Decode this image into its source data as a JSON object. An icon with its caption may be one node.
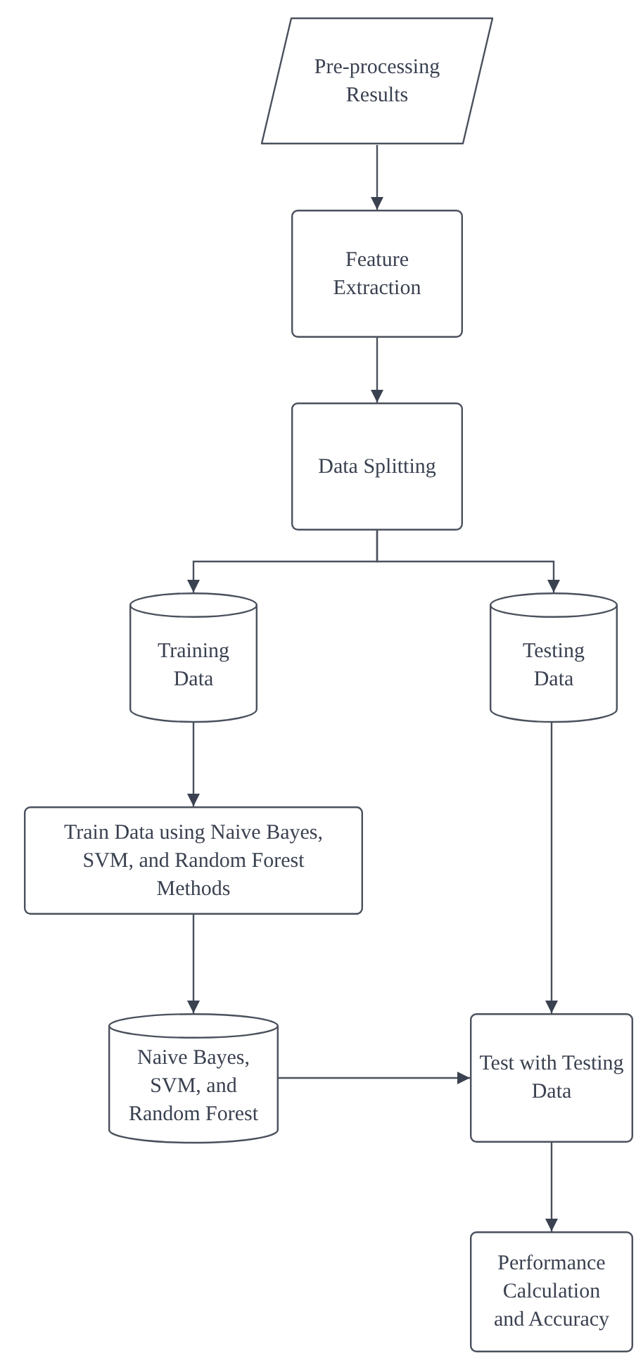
{
  "diagram": {
    "nodes": [
      {
        "text": [
          "Pre-processing Results"
        ]
      },
      {
        "text": [
          "Feature Extraction"
        ]
      },
      {
        "text": [
          "Data Splitting"
        ]
      },
      {
        "text": [
          "Training Data"
        ]
      },
      {
        "text": [
          "Testing Data"
        ]
      },
      {
        "text": [
          "Train Data using Naive Bayes, SVM, and Random Forest Methods"
        ]
      },
      {
        "text": [
          "Naive Bayes, SVM, and Random Forest"
        ]
      },
      {
        "text": [
          "Test with Testing Data"
        ]
      },
      {
        "text": [
          "Performance Calculation and Accuracy"
        ]
      }
    ],
    "edges": [
      {
        "from": 0,
        "to": 1,
        "arrow": "to"
      },
      {
        "from": 1,
        "to": 2,
        "arrow": "to"
      },
      {
        "from": 2,
        "to": 3,
        "arrow": "to"
      },
      {
        "from": 2,
        "to": 4,
        "arrow": "to"
      },
      {
        "from": 3,
        "to": 5,
        "arrow": "to"
      },
      {
        "from": 5,
        "to": 6,
        "arrow": "to"
      },
      {
        "from": 4,
        "to": 7,
        "arrow": "to"
      },
      {
        "from": 6,
        "to": 7,
        "arrow": "to"
      },
      {
        "from": 7,
        "to": 8,
        "arrow": "to"
      }
    ]
  }
}
